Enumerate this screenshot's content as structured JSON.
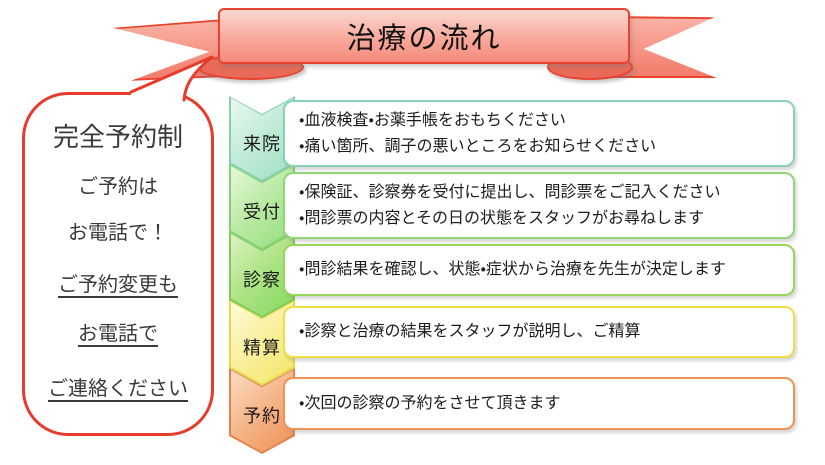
{
  "banner": {
    "title": "治療の流れ"
  },
  "bubble": {
    "lines": [
      {
        "text": "完全予約制",
        "underline": false
      },
      {
        "text": "ご予約は",
        "underline": false
      },
      {
        "text": "お電話で！",
        "underline": false
      },
      {
        "text": "ご予約変更も",
        "underline": true
      },
      {
        "text": "お電話で",
        "underline": true
      },
      {
        "text": "ご連絡ください",
        "underline": true
      }
    ]
  },
  "steps": [
    {
      "label": "来院",
      "lines": [
        "・血液検査・お薬手帳をおもちください",
        "・痛い箇所、調子の悪いところをお知らせください"
      ]
    },
    {
      "label": "受付",
      "lines": [
        "・保険証、診察券を受付に提出し、問診票をご記入ください",
        "・問診票の内容とその日の状態をスタッフがお尋ねします"
      ]
    },
    {
      "label": "診察",
      "lines": [
        "・問診結果を確認し、状態・症状から治療を先生が決定します"
      ]
    },
    {
      "label": "精算",
      "lines": [
        "・診察と治療の結果をスタッフが説明し、ご精算"
      ]
    },
    {
      "label": "予約",
      "lines": [
        "・次回の診察の予約をさせて頂きます"
      ]
    }
  ],
  "palette": {
    "ribbon_border": "#e8432f",
    "ribbon_band_light": "#fcd7d1",
    "ribbon_band_dark": "#f58a7c",
    "ribbon_tail_light": "#f9b2a4",
    "ribbon_tail_dark": "#f37b6a",
    "ribbon_curl": "#e86a59",
    "bubble_border": "#e73b2b",
    "step_colors": [
      {
        "border": "#87d3b4",
        "chevron_light": "#eaf8f0",
        "chevron_dark": "#9fdfc2"
      },
      {
        "border": "#8ed878",
        "chevron_light": "#e6f7db",
        "chevron_dark": "#93dd7f"
      },
      {
        "border": "#97d556",
        "chevron_light": "#ddf2c4",
        "chevron_dark": "#84d95e"
      },
      {
        "border": "#efdf45",
        "chevron_light": "#fdfbd9",
        "chevron_dark": "#f3e465"
      },
      {
        "border": "#ef9454",
        "chevron_light": "#fbdcc4",
        "chevron_dark": "#ef9055"
      }
    ]
  }
}
